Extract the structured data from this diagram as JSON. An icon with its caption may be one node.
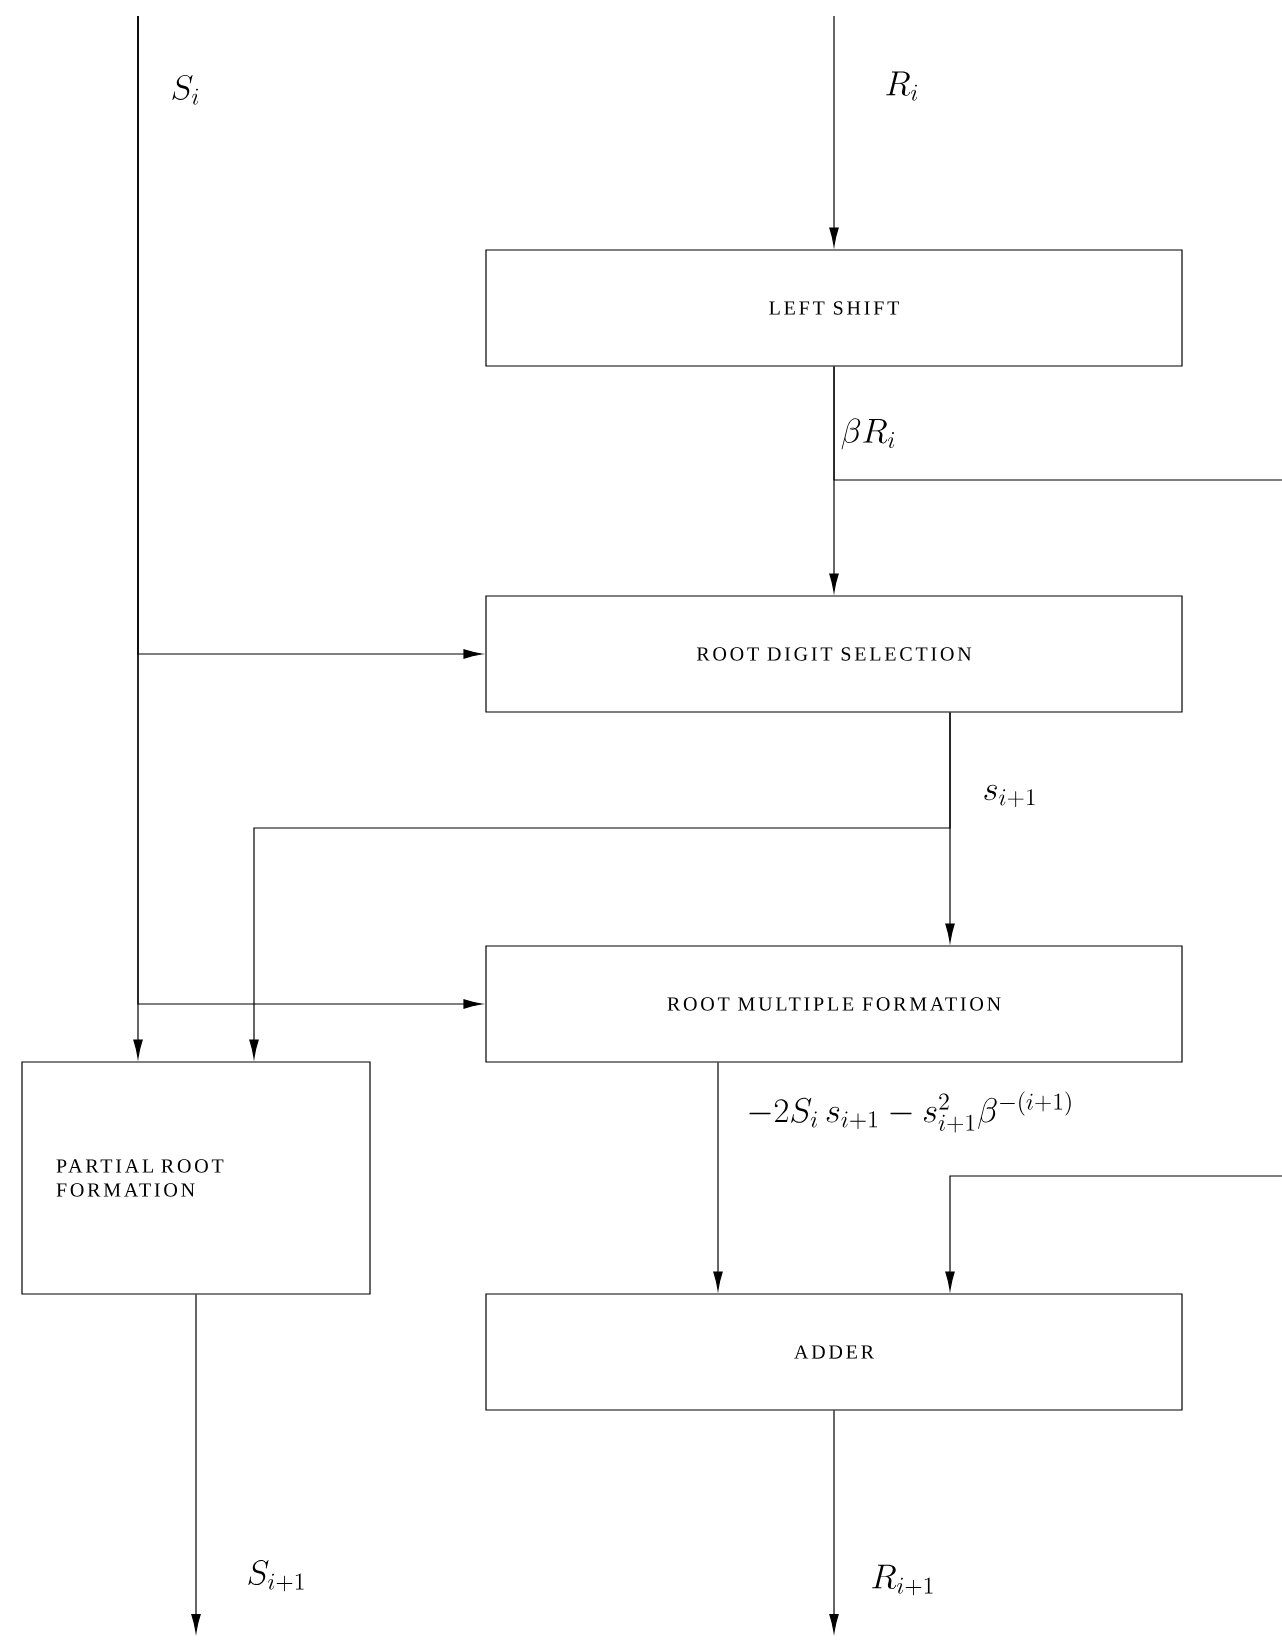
{
  "diagram": {
    "nodes": [
      {
        "text": [
          "LEFT SHIFT"
        ]
      },
      {
        "text": [
          "ROOT DIGIT SELECTION"
        ]
      },
      {
        "text": [
          "ROOT MULTIPLE FORMATION"
        ]
      },
      {
        "text": [
          "PARTIAL ROOT FORMATION"
        ]
      },
      {
        "text": [
          "ADDER"
        ]
      }
    ],
    "edges": [
      {
        "from": null,
        "to": 0,
        "arrow": "to",
        "label": "R_i"
      },
      {
        "from": 0,
        "to": 1,
        "arrow": "to",
        "label": "\\beta R_i"
      },
      {
        "from": 0,
        "to": null,
        "arrow": "none"
      },
      {
        "from": null,
        "to": 4,
        "arrow": "to"
      },
      {
        "from": null,
        "to": 3,
        "arrow": "to",
        "label": "S_i"
      },
      {
        "from": null,
        "to": 1,
        "arrow": "to"
      },
      {
        "from": null,
        "to": 2,
        "arrow": "to"
      },
      {
        "from": 1,
        "to": 2,
        "arrow": "to",
        "label": "s_{i+1}"
      },
      {
        "from": 1,
        "to": 3,
        "arrow": "to"
      },
      {
        "from": 2,
        "to": 4,
        "arrow": "to",
        "label": "-2S_i\\,s_{i+1} - s_{i+1}^2\\beta^{-(i+1)}"
      },
      {
        "from": 3,
        "to": null,
        "arrow": "to",
        "label": "S_{i+1}"
      },
      {
        "from": 4,
        "to": null,
        "arrow": "to",
        "label": "R_{i+1}"
      }
    ]
  }
}
